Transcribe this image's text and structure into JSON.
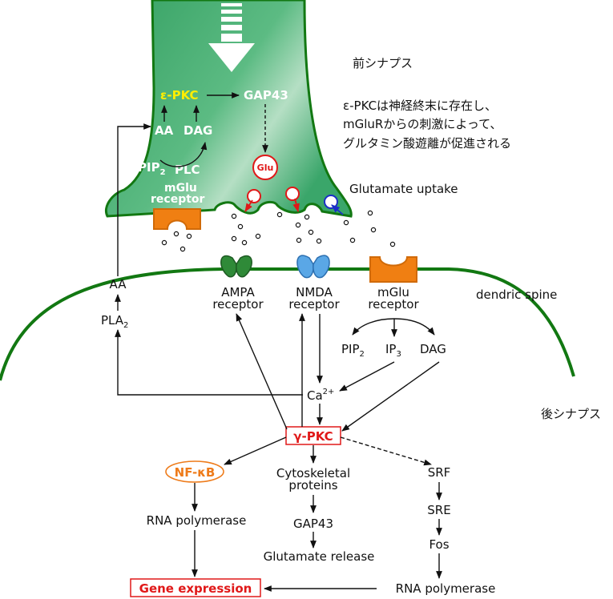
{
  "colors": {
    "terminal_green": "#3aa66a",
    "membrane_green": "#127812",
    "epsilon_pkc": "#ffee00",
    "gamma_pkc_red": "#e01818",
    "nfkb_orange": "#ee7b1a",
    "mglu_orange": "#f07f12",
    "nmda_blue": "#5aa7e6",
    "ampa_green": "#2f8a38",
    "uptake_blue": "#1a2ec8"
  },
  "presynaptic": {
    "label": "前シナプス",
    "note_line1": "ε-PKCは神経終末に存在し、",
    "note_line2": "mGluRからの刺激によって、",
    "note_line3": "グルタミン酸遊離が促進される",
    "epsilon_pkc": "ε-PKC",
    "gap43": "GAP43",
    "aa": "AA",
    "dag": "DAG",
    "pip": "PIP",
    "pip_sub": "2",
    "plc": "PLC",
    "mglu_line1": "mGlu",
    "mglu_line2": "receptor",
    "glu": "Glu"
  },
  "uptake_label": "Glutamate uptake",
  "postsynaptic": {
    "label": "後シナプス",
    "dendritic_spine": "dendric spine",
    "ampa_line1": "AMPA",
    "ampa_line2": "receptor",
    "nmda_line1": "NMDA",
    "nmda_line2": "receptor",
    "mglu_line1": "mGlu",
    "mglu_line2": "receptor",
    "aa": "AA",
    "pla": "PLA",
    "pla_sub": "2",
    "pip": "PIP",
    "pip_sub": "2",
    "ip": "IP",
    "ip_sub": "3",
    "dag": "DAG",
    "ca": "Ca",
    "ca_sup": "2+",
    "gamma_pkc": "γ-PKC",
    "nfkb": "NF-κB",
    "cyto_line1": "Cytoskeletal",
    "cyto_line2": "proteins",
    "gap43": "GAP43",
    "glutamate_release": "Glutamate release",
    "srf": "SRF",
    "sre": "SRE",
    "fos": "Fos",
    "rna_pol_left": "RNA polymerase",
    "rna_pol_right": "RNA polymerase",
    "gene_expression": "Gene expression"
  }
}
